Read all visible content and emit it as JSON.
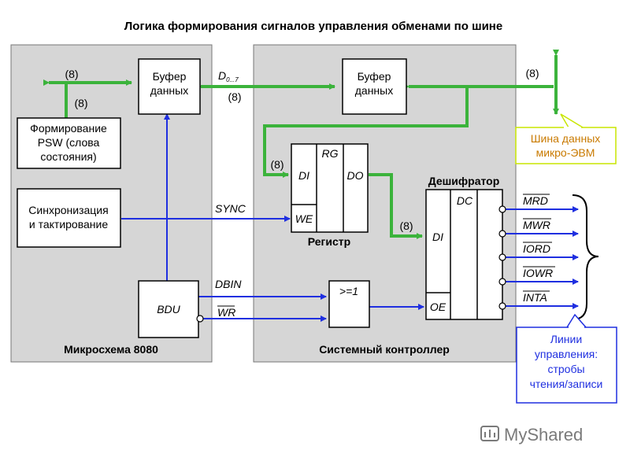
{
  "title": "Логика формирования сигналов управления обменами по шине",
  "chip_8080": {
    "label": "Микросхема 8080",
    "data_buffer": [
      "Буфер",
      "данных"
    ],
    "psw": [
      "Формирование",
      "PSW (слова",
      "состояния)"
    ],
    "sync_block": [
      "Синхронизация",
      "и тактирование"
    ],
    "bdu": "BDU",
    "bus_width_left": "(8)",
    "bus_width_psw": "(8)"
  },
  "controller": {
    "label": "Системный контроллер",
    "data_buffer": [
      "Буфер",
      "данных"
    ],
    "register": {
      "rg": "RG",
      "di": "DI",
      "do": "DO",
      "we": "WE",
      "name": "Регистр"
    },
    "decoder": {
      "name": "Дешифратор",
      "dc": "DC",
      "di": "DI",
      "oe": "OE"
    },
    "or_gate": ">=1",
    "width_in": "(8)",
    "width_out": "(8)",
    "bus_width_right": "(8)"
  },
  "signals": {
    "d_bus": "D",
    "d_bus_sub": "0...7",
    "d_bus_width": "(8)",
    "sync": "SYNC",
    "dbin": "DBIN",
    "wr": "WR"
  },
  "control_lines": [
    "MRD",
    "MWR",
    "IORD",
    "IOWR",
    "INTA"
  ],
  "notes": {
    "data_bus": [
      "Шина данных",
      "микро-ЭВМ"
    ],
    "control_lines": [
      "Линии",
      "управления:",
      "стробы",
      "чтения/записи"
    ]
  },
  "watermark": "MyShared",
  "colors": {
    "green": "#3bb33b",
    "blue": "#1f2fe0",
    "panel": "#d6d6d6",
    "note_blue": "#1f2fe0",
    "note_green_border": "#c8e600"
  }
}
